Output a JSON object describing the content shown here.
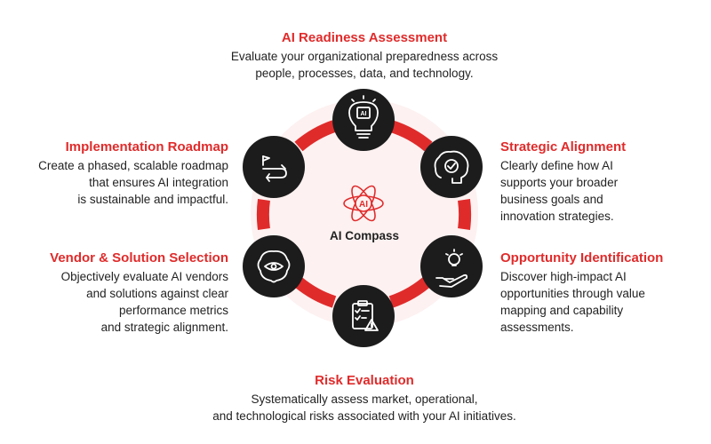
{
  "center": {
    "logo_text": "AI",
    "label": "AI Compass"
  },
  "colors": {
    "accent": "#e02b2b",
    "node": "#1c1c1c",
    "ring_fill": "#fdf1f1",
    "text": "#222222"
  },
  "steps": [
    {
      "key": "readiness",
      "title": "AI Readiness Assessment",
      "lines": [
        "Evaluate your organizational preparedness across",
        "people, processes, data, and technology."
      ],
      "icon": "lightbulb-ai-icon",
      "icon_text": "AI"
    },
    {
      "key": "alignment",
      "title": "Strategic Alignment",
      "lines": [
        "Clearly define how AI",
        "supports your broader",
        "business goals and",
        "innovation strategies."
      ],
      "icon": "brain-check-icon"
    },
    {
      "key": "opportunity",
      "title": "Opportunity Identification",
      "lines": [
        "Discover high-impact AI",
        "opportunities through value",
        "mapping and capability",
        "assessments."
      ],
      "icon": "hand-lightbulb-icon"
    },
    {
      "key": "risk",
      "title": "Risk Evaluation",
      "lines": [
        "Systematically assess market, operational,",
        "and technological risks associated with your AI initiatives."
      ],
      "icon": "clipboard-warning-icon"
    },
    {
      "key": "vendor",
      "title": "Vendor & Solution Selection",
      "lines": [
        "Objectively evaluate AI vendors",
        "and solutions against clear",
        "performance metrics",
        "and strategic alignment."
      ],
      "icon": "brain-eye-icon"
    },
    {
      "key": "roadmap",
      "title": "Implementation Roadmap",
      "lines": [
        "Create a phased, scalable roadmap",
        "that ensures AI integration",
        "is sustainable and impactful."
      ],
      "icon": "route-flag-icon"
    }
  ]
}
